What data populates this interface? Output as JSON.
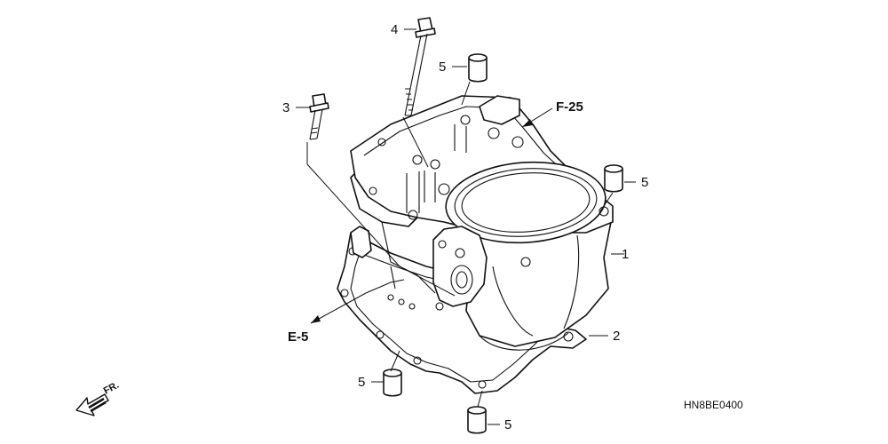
{
  "diagram": {
    "code": "HN8BE0400",
    "direction_label": "FR.",
    "refs": {
      "f25": "F-25",
      "e5": "E-5"
    },
    "callouts": {
      "c1": "1",
      "c2": "2",
      "c3": "3",
      "c4": "4",
      "c5a": "5",
      "c5b": "5",
      "c5c": "5",
      "c5d": "5"
    }
  },
  "colors": {
    "ink": "#111111",
    "paper": "#ffffff"
  },
  "icons": {
    "direction": "arrow-left-icon"
  }
}
